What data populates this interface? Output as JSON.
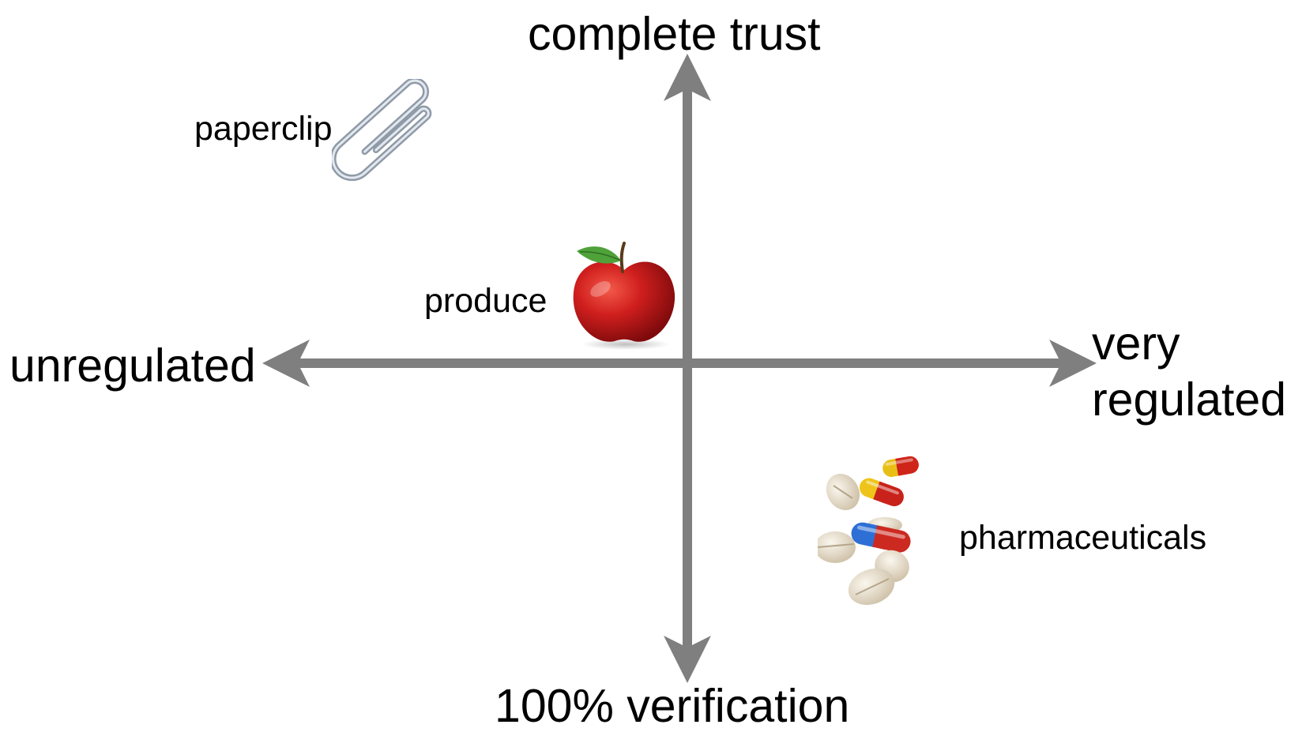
{
  "axes": {
    "top": "complete trust",
    "bottom": "100% verification",
    "left": "unregulated",
    "right_line1": "very",
    "right_line2": "regulated"
  },
  "items": {
    "paperclip": "paperclip",
    "produce": "produce",
    "pharmaceuticals": "pharmaceuticals"
  },
  "colors": {
    "axis": "#7f7f7f",
    "apple": "#c8191b",
    "capsule_red": "#d42a1e",
    "capsule_yellow": "#f2c81b",
    "capsule_blue": "#2e6fd6",
    "tablet": "#ece4d2"
  },
  "icons": [
    "paperclip-icon",
    "apple-icon",
    "pills-icon"
  ]
}
